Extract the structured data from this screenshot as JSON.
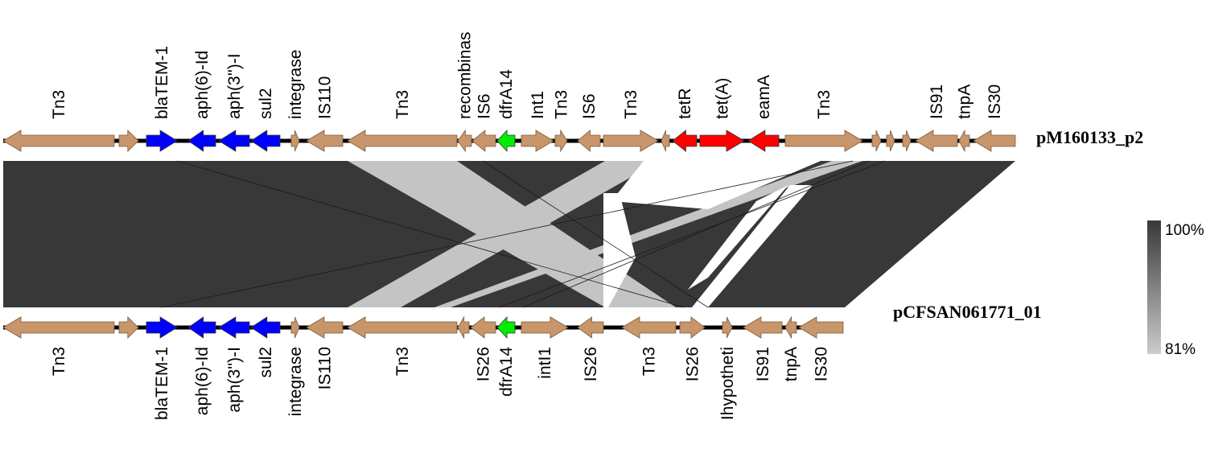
{
  "colors": {
    "transposon": "#c8966a",
    "resistance_blue": "#0000ff",
    "dfrA14_green": "#00ee00",
    "tetracycline_red": "#ff0000",
    "outline": "#7a5a3c",
    "backbone": "#000000",
    "match_high": "#383838",
    "match_low": "#c4c4c4"
  },
  "plasmids": {
    "top": {
      "name": "pM160133_p2"
    },
    "bottom": {
      "name": "pCFSAN061771_01"
    }
  },
  "top_genes": [
    {
      "label": "Tn3",
      "dir": -1,
      "color": "transposon"
    },
    {
      "label": "",
      "dir": 1,
      "color": "transposon"
    },
    {
      "label": "blaTEM-1",
      "dir": 1,
      "color": "resistance_blue"
    },
    {
      "label": "aph(6)-Id",
      "dir": -1,
      "color": "resistance_blue"
    },
    {
      "label": "aph(3'')-I",
      "dir": -1,
      "color": "resistance_blue"
    },
    {
      "label": "sul2",
      "dir": -1,
      "color": "resistance_blue"
    },
    {
      "label": "integrase",
      "dir": 1,
      "color": "transposon"
    },
    {
      "label": "IS110",
      "dir": -1,
      "color": "transposon"
    },
    {
      "label": "Tn3",
      "dir": -1,
      "color": "transposon"
    },
    {
      "label": "recombinas",
      "dir": -1,
      "color": "transposon"
    },
    {
      "label": "IS6",
      "dir": -1,
      "color": "transposon"
    },
    {
      "label": "dfrA14",
      "dir": -1,
      "color": "dfrA14_green"
    },
    {
      "label": "Int1",
      "dir": 1,
      "color": "transposon"
    },
    {
      "label": "Tn3",
      "dir": 1,
      "color": "transposon"
    },
    {
      "label": "IS6",
      "dir": -1,
      "color": "transposon"
    },
    {
      "label": "Tn3",
      "dir": 1,
      "color": "transposon"
    },
    {
      "label": "",
      "dir": -1,
      "color": "transposon"
    },
    {
      "label": "tetR",
      "dir": -1,
      "color": "tetracycline_red"
    },
    {
      "label": "tet(A)",
      "dir": 1,
      "color": "tetracycline_red"
    },
    {
      "label": "eamA",
      "dir": -1,
      "color": "tetracycline_red"
    },
    {
      "label": "Tn3",
      "dir": 1,
      "color": "transposon"
    },
    {
      "label": "",
      "dir": 1,
      "color": "transposon"
    },
    {
      "label": "",
      "dir": 1,
      "color": "transposon"
    },
    {
      "label": "",
      "dir": 1,
      "color": "transposon"
    },
    {
      "label": "IS91",
      "dir": -1,
      "color": "transposon"
    },
    {
      "label": "tnpA",
      "dir": -1,
      "color": "transposon"
    },
    {
      "label": "IS30",
      "dir": -1,
      "color": "transposon"
    }
  ],
  "bottom_genes": [
    {
      "label": "Tn3",
      "dir": -1,
      "color": "transposon"
    },
    {
      "label": "",
      "dir": 1,
      "color": "transposon"
    },
    {
      "label": "blaTEM-1",
      "dir": 1,
      "color": "resistance_blue"
    },
    {
      "label": "aph(6)-Id",
      "dir": -1,
      "color": "resistance_blue"
    },
    {
      "label": "aph(3'')-I",
      "dir": -1,
      "color": "resistance_blue"
    },
    {
      "label": "sul2",
      "dir": -1,
      "color": "resistance_blue"
    },
    {
      "label": "integrase",
      "dir": 1,
      "color": "transposon"
    },
    {
      "label": "IS110",
      "dir": -1,
      "color": "transposon"
    },
    {
      "label": "Tn3",
      "dir": -1,
      "color": "transposon"
    },
    {
      "label": "",
      "dir": -1,
      "color": "transposon"
    },
    {
      "label": "IS26",
      "dir": -1,
      "color": "transposon"
    },
    {
      "label": "dfrA14",
      "dir": -1,
      "color": "dfrA14_green"
    },
    {
      "label": "intI1",
      "dir": 1,
      "color": "transposon"
    },
    {
      "label": "IS26",
      "dir": -1,
      "color": "transposon"
    },
    {
      "label": "Tn3",
      "dir": -1,
      "color": "transposon"
    },
    {
      "label": "IS26",
      "dir": 1,
      "color": "transposon"
    },
    {
      "label": "Ihypotheti",
      "dir": 1,
      "color": "transposon"
    },
    {
      "label": "IS91",
      "dir": -1,
      "color": "transposon"
    },
    {
      "label": "tnpA",
      "dir": -1,
      "color": "transposon"
    },
    {
      "label": "IS30",
      "dir": -1,
      "color": "transposon"
    }
  ],
  "legend": {
    "max_label": "100%",
    "min_label": "81%"
  }
}
